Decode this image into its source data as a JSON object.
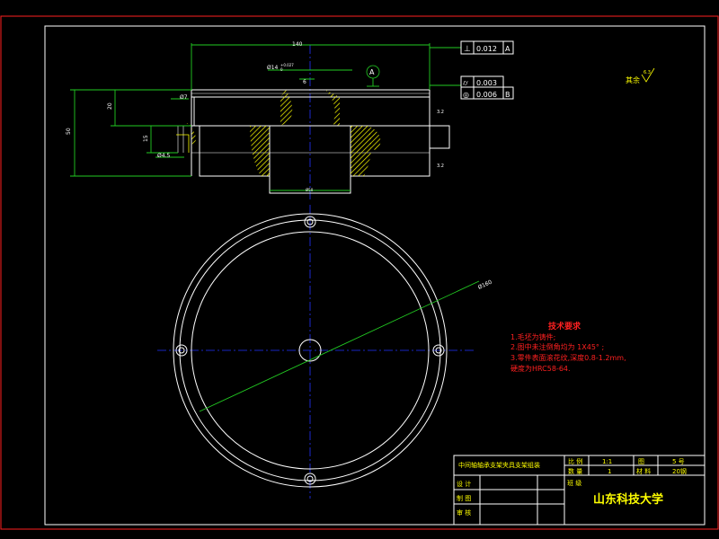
{
  "dims": {
    "top_width": "140",
    "inner_dia": "Ø14",
    "tol_upper": "+0.027",
    "tol_lower": "0",
    "groove": "6",
    "height_total": "50",
    "height_upper": "20",
    "height_step": "15",
    "hole_small": "Ø7",
    "hole_depth": "Ø4.5",
    "bottom_bore": "Ø50",
    "datum_label": "A",
    "rough_right_top": "3.2",
    "rough_right_bottom": "3.2",
    "plan_dia": "Ø160"
  },
  "gdt": [
    {
      "symbol": "⊥",
      "value": "0.012",
      "datum": "A"
    },
    {
      "symbol": "⌭",
      "value": "0.003",
      "datum": ""
    },
    {
      "symbol": "◎",
      "value": "0.006",
      "datum": "B"
    }
  ],
  "roughness": {
    "prefix": "其余",
    "value": "6.3"
  },
  "notes": {
    "title": "技术要求",
    "lines": [
      "1.毛坯为铸件;",
      "2.图中未注倒角均为 1X45° ;",
      "3.零件表面滚花纹,深度0.8-1.2mm,",
      "  硬度为HRC58-64."
    ]
  },
  "title_block": {
    "drawing_name": "中间轴轴承支架夹具支架组装",
    "scale_label": "比 例",
    "scale_value": "1:1",
    "sheet_label": "图",
    "sheet_value": "5 号",
    "qty_label": "数 量",
    "qty_value": "1",
    "material_label": "材 料",
    "material_value": "20钢",
    "designer_label": "设 计",
    "drafter_label": "制 图",
    "reviewer_label": "审 核",
    "school_label": "班 级",
    "university": "山东科技大学"
  }
}
